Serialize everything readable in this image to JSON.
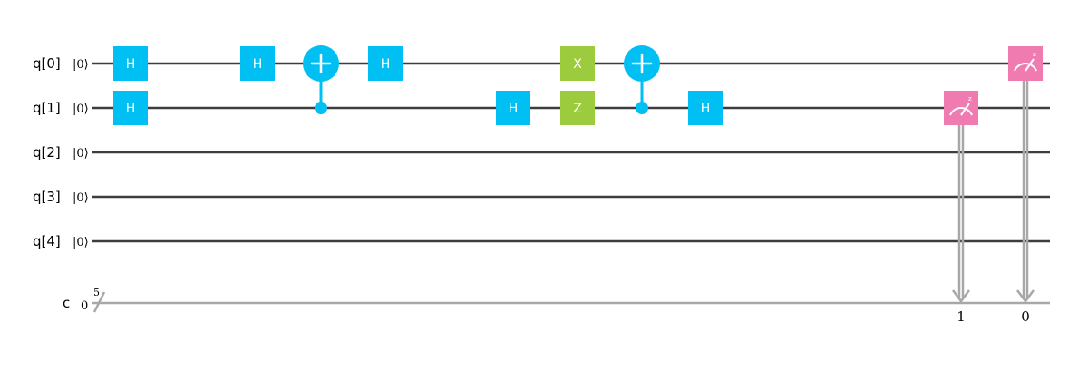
{
  "qubits": [
    {
      "label": "q[0]",
      "init": "|0⟩"
    },
    {
      "label": "q[1]",
      "init": "|0⟩"
    },
    {
      "label": "q[2]",
      "init": "|0⟩"
    },
    {
      "label": "q[3]",
      "init": "|0⟩"
    },
    {
      "label": "q[4]",
      "init": "|0⟩"
    }
  ],
  "classical": {
    "label": "c",
    "init": "0",
    "width": "5"
  },
  "colors": {
    "wire": "#3d3d3d",
    "classical_wire": "#a8a8a8",
    "hadamard": "#00bff2",
    "x_gate": "#9ccc3e",
    "z_gate": "#9ccc3e",
    "cnot": "#00bff2",
    "measure": "#f07bb1"
  },
  "gates": [
    {
      "type": "H",
      "label": "H",
      "qubit": 0,
      "step": 0
    },
    {
      "type": "H",
      "label": "H",
      "qubit": 1,
      "step": 0
    },
    {
      "type": "H",
      "label": "H",
      "qubit": 0,
      "step": 1
    },
    {
      "type": "CNOT",
      "target": 0,
      "control": 1,
      "step": 2
    },
    {
      "type": "H",
      "label": "H",
      "qubit": 0,
      "step": 3
    },
    {
      "type": "H",
      "label": "H",
      "qubit": 1,
      "step": 4
    },
    {
      "type": "X",
      "label": "X",
      "qubit": 0,
      "step": 5
    },
    {
      "type": "Z",
      "label": "Z",
      "qubit": 1,
      "step": 5
    },
    {
      "type": "CNOT",
      "target": 0,
      "control": 1,
      "step": 6
    },
    {
      "type": "H",
      "label": "H",
      "qubit": 1,
      "step": 7
    },
    {
      "type": "MEASURE",
      "qubit": 1,
      "clbit": "1",
      "step": 8
    },
    {
      "type": "MEASURE",
      "qubit": 0,
      "clbit": "0",
      "step": 9
    }
  ]
}
